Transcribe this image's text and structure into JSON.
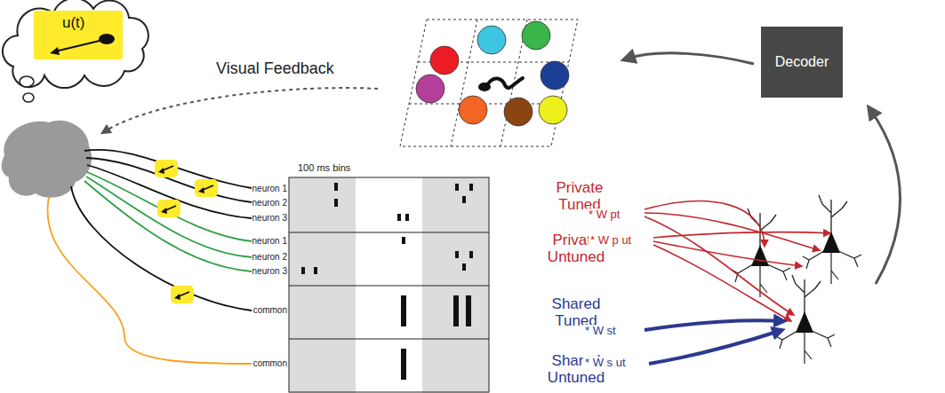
{
  "diagram": {
    "nodes": [
      {
        "text": [
          "u(t)"
        ]
      },
      {
        "text": [
          "Decoder"
        ]
      }
    ],
    "labels": [
      "Visual Feedback",
      "100 ms bins",
      "neuron 1",
      "neuron 2",
      "neuron 3",
      "neuron 1",
      "neuron 2",
      "neuron 3",
      "common",
      "common",
      "Private Tuned",
      "Private Untuned",
      "Shared Tuned",
      "Shared Untuned",
      "* W pt",
      "* W p ut",
      "* W st",
      "* W s ut"
    ]
  }
}
